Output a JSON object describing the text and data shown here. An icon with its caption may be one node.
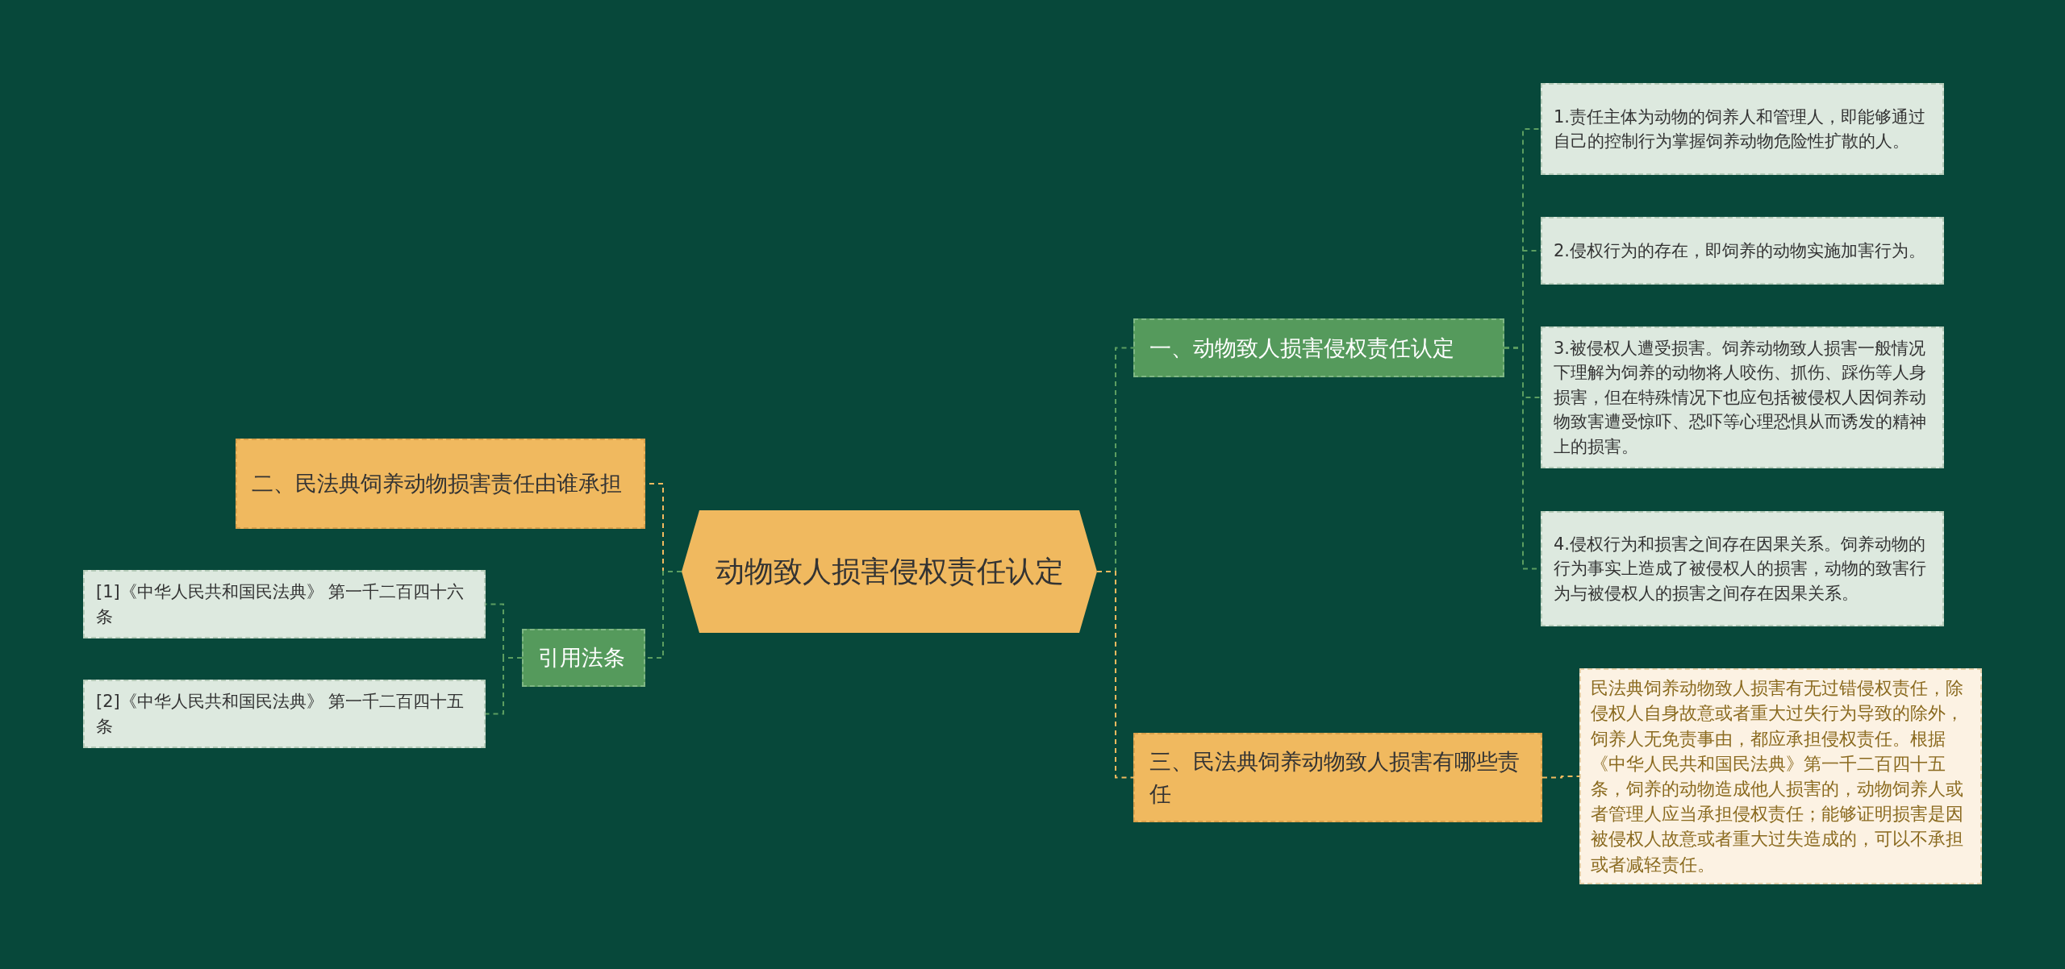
{
  "diagram": {
    "nodes": [
      {
        "text": [
          "动物致人损害侵权责任认定"
        ]
      },
      {
        "text": [
          "一、动物致人损害侵权责任认定"
        ]
      },
      {
        "text": [
          "1.责任主体为动物的饲养人和管理人，即能够通过自己的控制行为掌握饲养动物危险性扩散的人。"
        ]
      },
      {
        "text": [
          "2.侵权行为的存在，即饲养的动物实施加害行为。"
        ]
      },
      {
        "text": [
          "3.被侵权人遭受损害。饲养动物致人损害一般情况下理解为饲养的动物将人咬伤、抓伤、踩伤等人身损害，但在特殊情况下也应包括被侵权人因饲养动物致害遭受惊吓、恐吓等心理恐惧从而诱发的精神上的损害。"
        ]
      },
      {
        "text": [
          "4.侵权行为和损害之间存在因果关系。饲养动物的行为事实上造成了被侵权人的损害，动物的致害行为与被侵权人的损害之间存在因果关系。"
        ]
      },
      {
        "text": [
          "三、民法典饲养动物致人损害有哪些责任"
        ]
      },
      {
        "text": [
          "民法典饲养动物致人损害有无过错侵权责任，除侵权人自身故意或者重大过失行为导致的除外，饲养人无免责事由，都应承担侵权责任。根据《中华人民共和国民法典》第一千二百四十五条，饲养的动物造成他人损害的，动物饲养人或者管理人应当承担侵权责任；能够证明损害是因被侵权人故意或者重大过失造成的，可以不承担或者减轻责任。"
        ]
      },
      {
        "text": [
          "二、民法典饲养动物损害责任由谁承担"
        ]
      },
      {
        "text": [
          "引用法条"
        ]
      },
      {
        "text": [
          "[1]《中华人民共和国民法典》 第一千二百四十六条"
        ]
      },
      {
        "text": [
          "[2]《中华人民共和国民法典》 第一千二百四十五条"
        ]
      }
    ],
    "edges": [
      {
        "from": 0,
        "to": 1,
        "arrow": "none",
        "style": "dashed"
      },
      {
        "from": 1,
        "to": 2,
        "arrow": "none",
        "style": "dashed"
      },
      {
        "from": 1,
        "to": 3,
        "arrow": "none",
        "style": "dashed"
      },
      {
        "from": 1,
        "to": 4,
        "arrow": "none",
        "style": "dashed"
      },
      {
        "from": 1,
        "to": 5,
        "arrow": "none",
        "style": "dashed"
      },
      {
        "from": 0,
        "to": 6,
        "arrow": "none",
        "style": "dashed",
        "color": "#f0b95f"
      },
      {
        "from": 6,
        "to": 7,
        "arrow": "none",
        "style": "dashed",
        "color": "#f0b95f"
      },
      {
        "from": 0,
        "to": 8,
        "arrow": "none",
        "style": "dashed",
        "color": "#f0b95f"
      },
      {
        "from": 0,
        "to": 9,
        "arrow": "none",
        "style": "dashed"
      },
      {
        "from": 9,
        "to": 10,
        "arrow": "none",
        "style": "dashed"
      },
      {
        "from": 9,
        "to": 11,
        "arrow": "none",
        "style": "dashed"
      }
    ]
  }
}
